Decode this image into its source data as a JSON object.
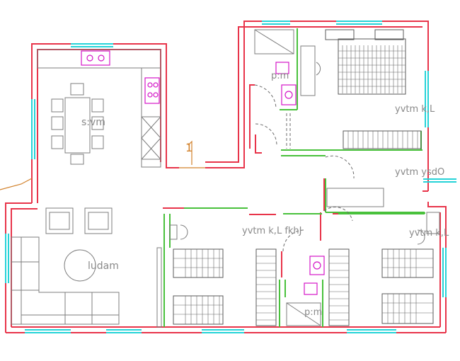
{
  "rooms": {
    "kitchen": "s:vm",
    "bedroom_master": "yvtm k,L",
    "bedroom_corridor": "yvtm ysdO",
    "bedroom_mid": "yvtm k,L fkhJ",
    "bedroom_right": "yvtm k,L",
    "living": "ludam",
    "bath_top": "p:m",
    "bath_bottom": "p:m"
  },
  "marks": {
    "entrance_number": "1"
  },
  "colors": {
    "exterior_wall": "#e8344a",
    "interior_wall": "#49c13c",
    "window": "#25d3d8",
    "fixtures": "#d416c8",
    "furniture": "#7d7d7d"
  }
}
